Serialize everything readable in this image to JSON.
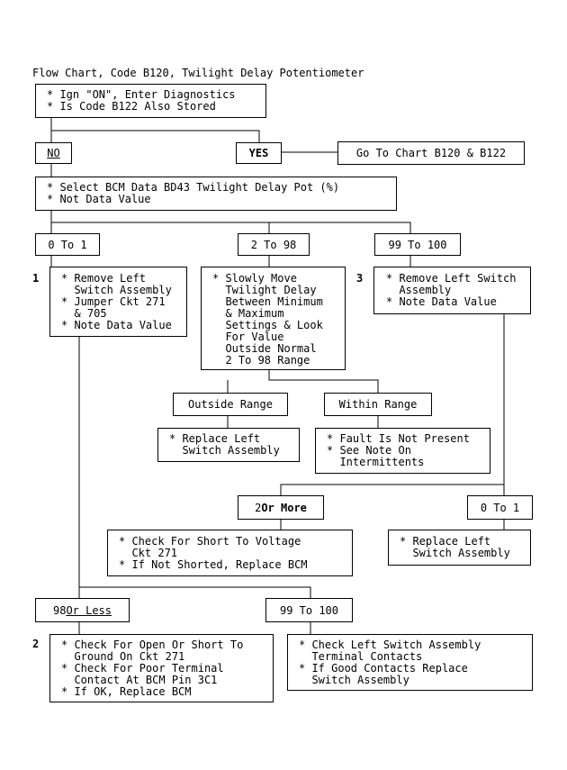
{
  "title": "Flow Chart, Code B120, Twilight Delay Potentiometer",
  "step1": {
    "lines": [
      "* Ign \"ON\", Enter Diagnostics",
      "* Is Code B122 Also Stored"
    ]
  },
  "branch1": {
    "no": "NO",
    "yes": "YES",
    "goto": "Go To Chart B120 & B122"
  },
  "step2": {
    "lines": [
      "* Select BCM Data BD43 Twilight Delay Pot (%)",
      "* Not Data Value"
    ]
  },
  "ranges": {
    "low": "0 To 1",
    "mid": "2 To 98",
    "high": "99 To 100"
  },
  "num1": "1",
  "num2": "2",
  "num3": "3",
  "box_low": {
    "lines": [
      "* Remove Left",
      "  Switch Assembly",
      "* Jumper Ckt 271",
      "  & 705",
      "* Note Data Value"
    ]
  },
  "box_mid": {
    "lines": [
      "* Slowly Move",
      "  Twilight Delay",
      "  Between Minimum",
      "  & Maximum",
      "  Settings & Look",
      "  For Value",
      "  Outside Normal",
      "  2 To 98 Range"
    ]
  },
  "box_high": {
    "lines": [
      "* Remove Left Switch",
      "  Assembly",
      "* Note Data Value"
    ]
  },
  "mid_branch": {
    "outside": "Outside Range",
    "within": "Within Range"
  },
  "box_outside": {
    "lines": [
      "* Replace Left",
      "  Switch Assembly"
    ]
  },
  "box_within": {
    "lines": [
      "* Fault Is Not Present",
      "* See Note On",
      "  Intermittents"
    ]
  },
  "high_branch": {
    "two_prefix": "2 ",
    "two_bold": "Or More",
    "zero": "0 To 1"
  },
  "box_two_more": {
    "lines": [
      "* Check For Short To Voltage",
      "  Ckt 271",
      "* If Not Shorted, Replace BCM"
    ]
  },
  "box_zero_one": {
    "lines": [
      "* Replace Left",
      "  Switch Assembly"
    ]
  },
  "low_branch": {
    "less_prefix": "98 ",
    "less_u": "Or Less",
    "more": "99 To 100"
  },
  "box_98_less": {
    "lines": [
      "* Check For Open Or Short To",
      "  Ground On Ckt 271",
      "* Check For Poor Terminal",
      "  Contact At BCM Pin 3C1",
      "* If OK, Replace BCM"
    ]
  },
  "box_99_100": {
    "lines": [
      "* Check Left Switch Assembly",
      "  Terminal Contacts",
      "* If Good Contacts Replace",
      "  Switch Assembly"
    ]
  }
}
